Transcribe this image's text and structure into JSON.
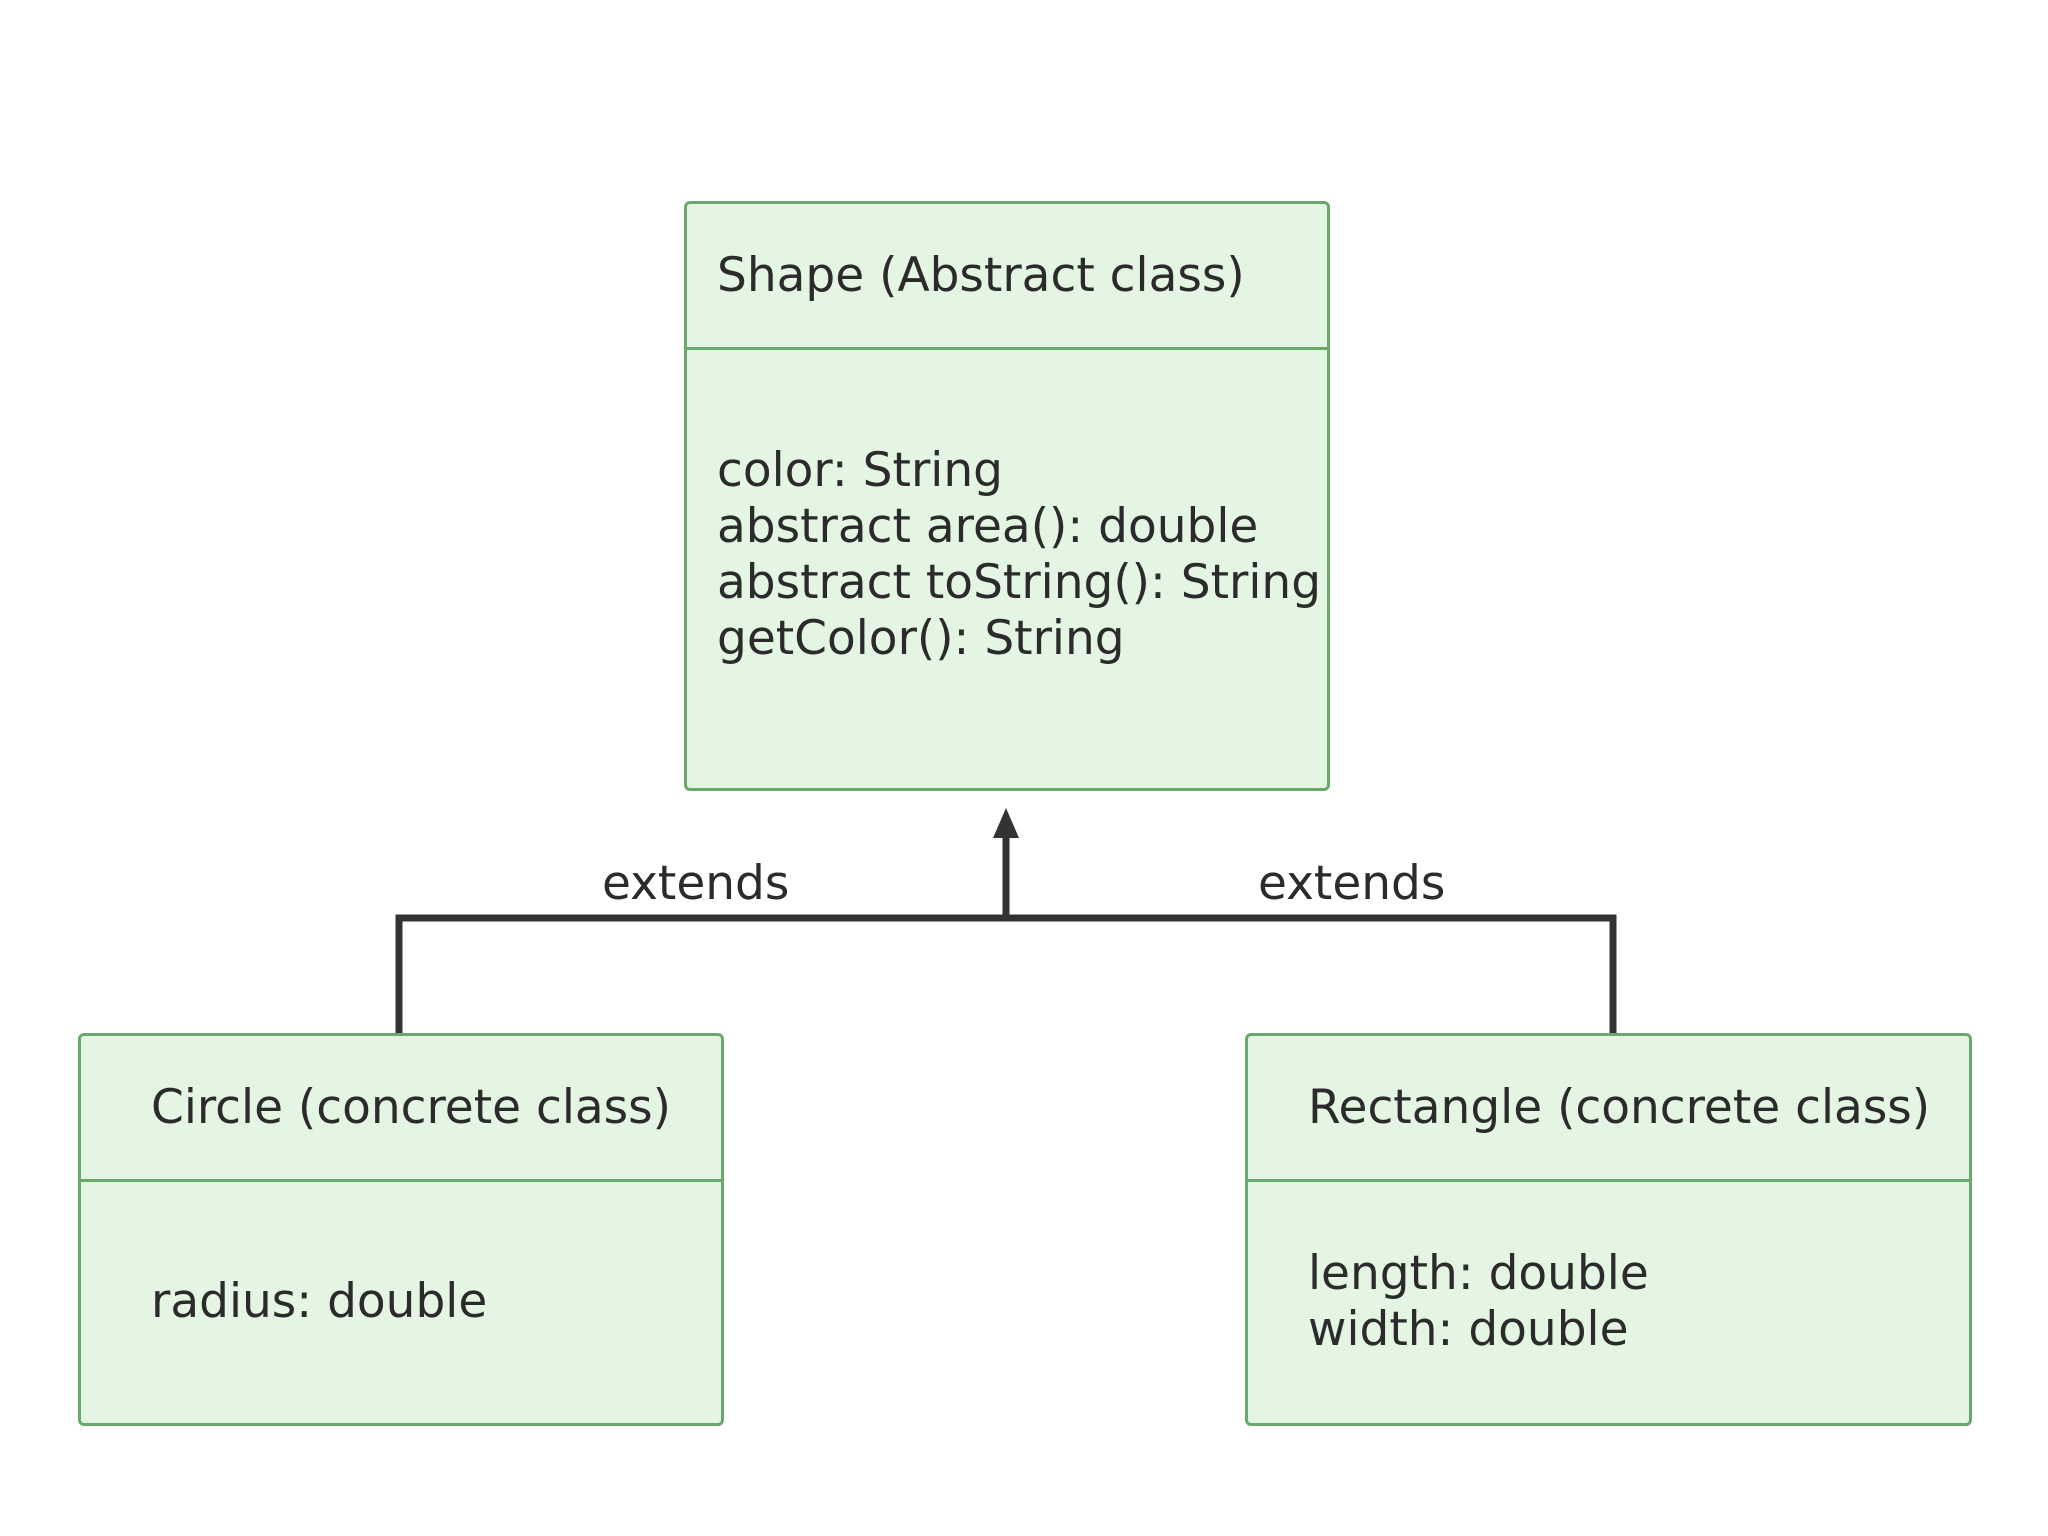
{
  "diagram": {
    "colors": {
      "box_fill": "#e4f5e3",
      "box_border": "#6aa96a",
      "connector": "#333333",
      "text": "#2b2b2b"
    },
    "classes": {
      "shape": {
        "title": "Shape (Abstract class)",
        "members": [
          "color: String",
          "abstract area(): double",
          "abstract toString(): String",
          "getColor(): String"
        ]
      },
      "circle": {
        "title": "Circle (concrete class)",
        "members": [
          "radius: double"
        ]
      },
      "rectangle": {
        "title": "Rectangle (concrete class)",
        "members": [
          "length: double",
          "width: double"
        ]
      }
    },
    "relationships": [
      {
        "from": "circle",
        "to": "shape",
        "label": "extends"
      },
      {
        "from": "rectangle",
        "to": "shape",
        "label": "extends"
      }
    ]
  }
}
